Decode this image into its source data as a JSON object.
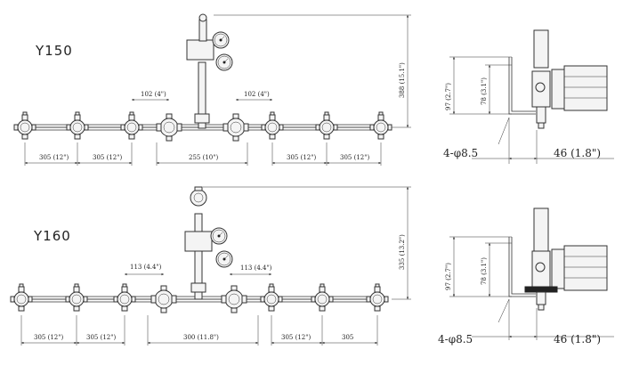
{
  "top": {
    "model": "Y150",
    "dims": {
      "d102a": "102 (4\")",
      "d102b": "102 (4\")",
      "d305a": "305 (12\")",
      "d305b": "305 (12\")",
      "d255": "255 (10\")",
      "d305c": "305 (12\")",
      "d305d": "305 (12\")",
      "height": "388 (15.1\")"
    },
    "side": {
      "d97": "97 (2.7\")",
      "d78": "78 (3.1\")",
      "holes": "4-φ8.5",
      "d46": "46 (1.8\")"
    }
  },
  "bottom": {
    "model": "Y160",
    "dims": {
      "d113a": "113 (4.4\")",
      "d113b": "113 (4.4\")",
      "d305a": "305 (12\")",
      "d305b": "305 (12\")",
      "d300": "300 (11.8\")",
      "d305c": "305 (12\")",
      "d305d": "305",
      "height": "335 (13.2\")"
    },
    "side": {
      "d97": "97 (2.7\")",
      "d78": "78 (3.1\")",
      "holes": "4-φ8.5",
      "d46": "46 (1.8\")"
    }
  }
}
